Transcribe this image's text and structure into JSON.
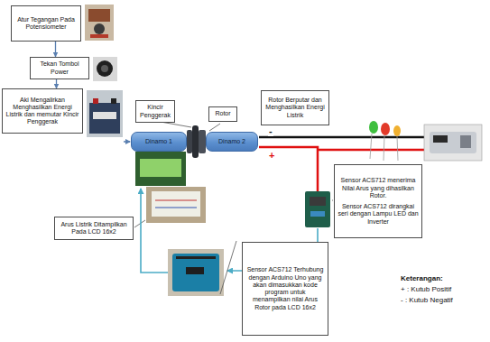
{
  "diagram": {
    "nodes": [
      {
        "text": [
          "Atur Tegangan Pada Potensiometer"
        ]
      },
      {
        "text": [
          "Tekan Tombol Power"
        ]
      },
      {
        "text": [
          "Aki Mengalirkan Menghasilkan Energi Listrik dan memutar Kincir Penggerak"
        ]
      },
      {
        "text": [
          "Kincir Penggerak"
        ]
      },
      {
        "text": [
          "Rotor"
        ]
      },
      {
        "text": [
          "Dinamo 1"
        ]
      },
      {
        "text": [
          "Dinamo 2"
        ]
      },
      {
        "text": [
          "Rotor Berputar dan Menghasilkan Energi Listrik"
        ]
      },
      {
        "text": [
          "Sensor ACS712 menerima Nilai Arus yang dihasilkan Rotor.",
          "Sensor ACS712 dirangkai seri dengan Lampu LED dan Inverter"
        ]
      },
      {
        "text": [
          "Arus Listrik Ditampilkan Pada LCD 16x2"
        ]
      },
      {
        "text": [
          "Sensor ACS712 Terhubung dengan Arduino Uno yang akan dimasukkan kode program untuk menampilkan nilai Arus Rotor pada LCD 16x2"
        ]
      }
    ],
    "edges": [
      {
        "from": 0,
        "to": 1,
        "arrow": "to"
      },
      {
        "from": 1,
        "to": 2,
        "arrow": "to"
      }
    ],
    "labels": [
      "-",
      "+",
      "Keterangan:"
    ],
    "legend": [
      {
        "text": "+ : Kutub Positif"
      },
      {
        "text": "- : Kutub Negatif"
      }
    ]
  }
}
